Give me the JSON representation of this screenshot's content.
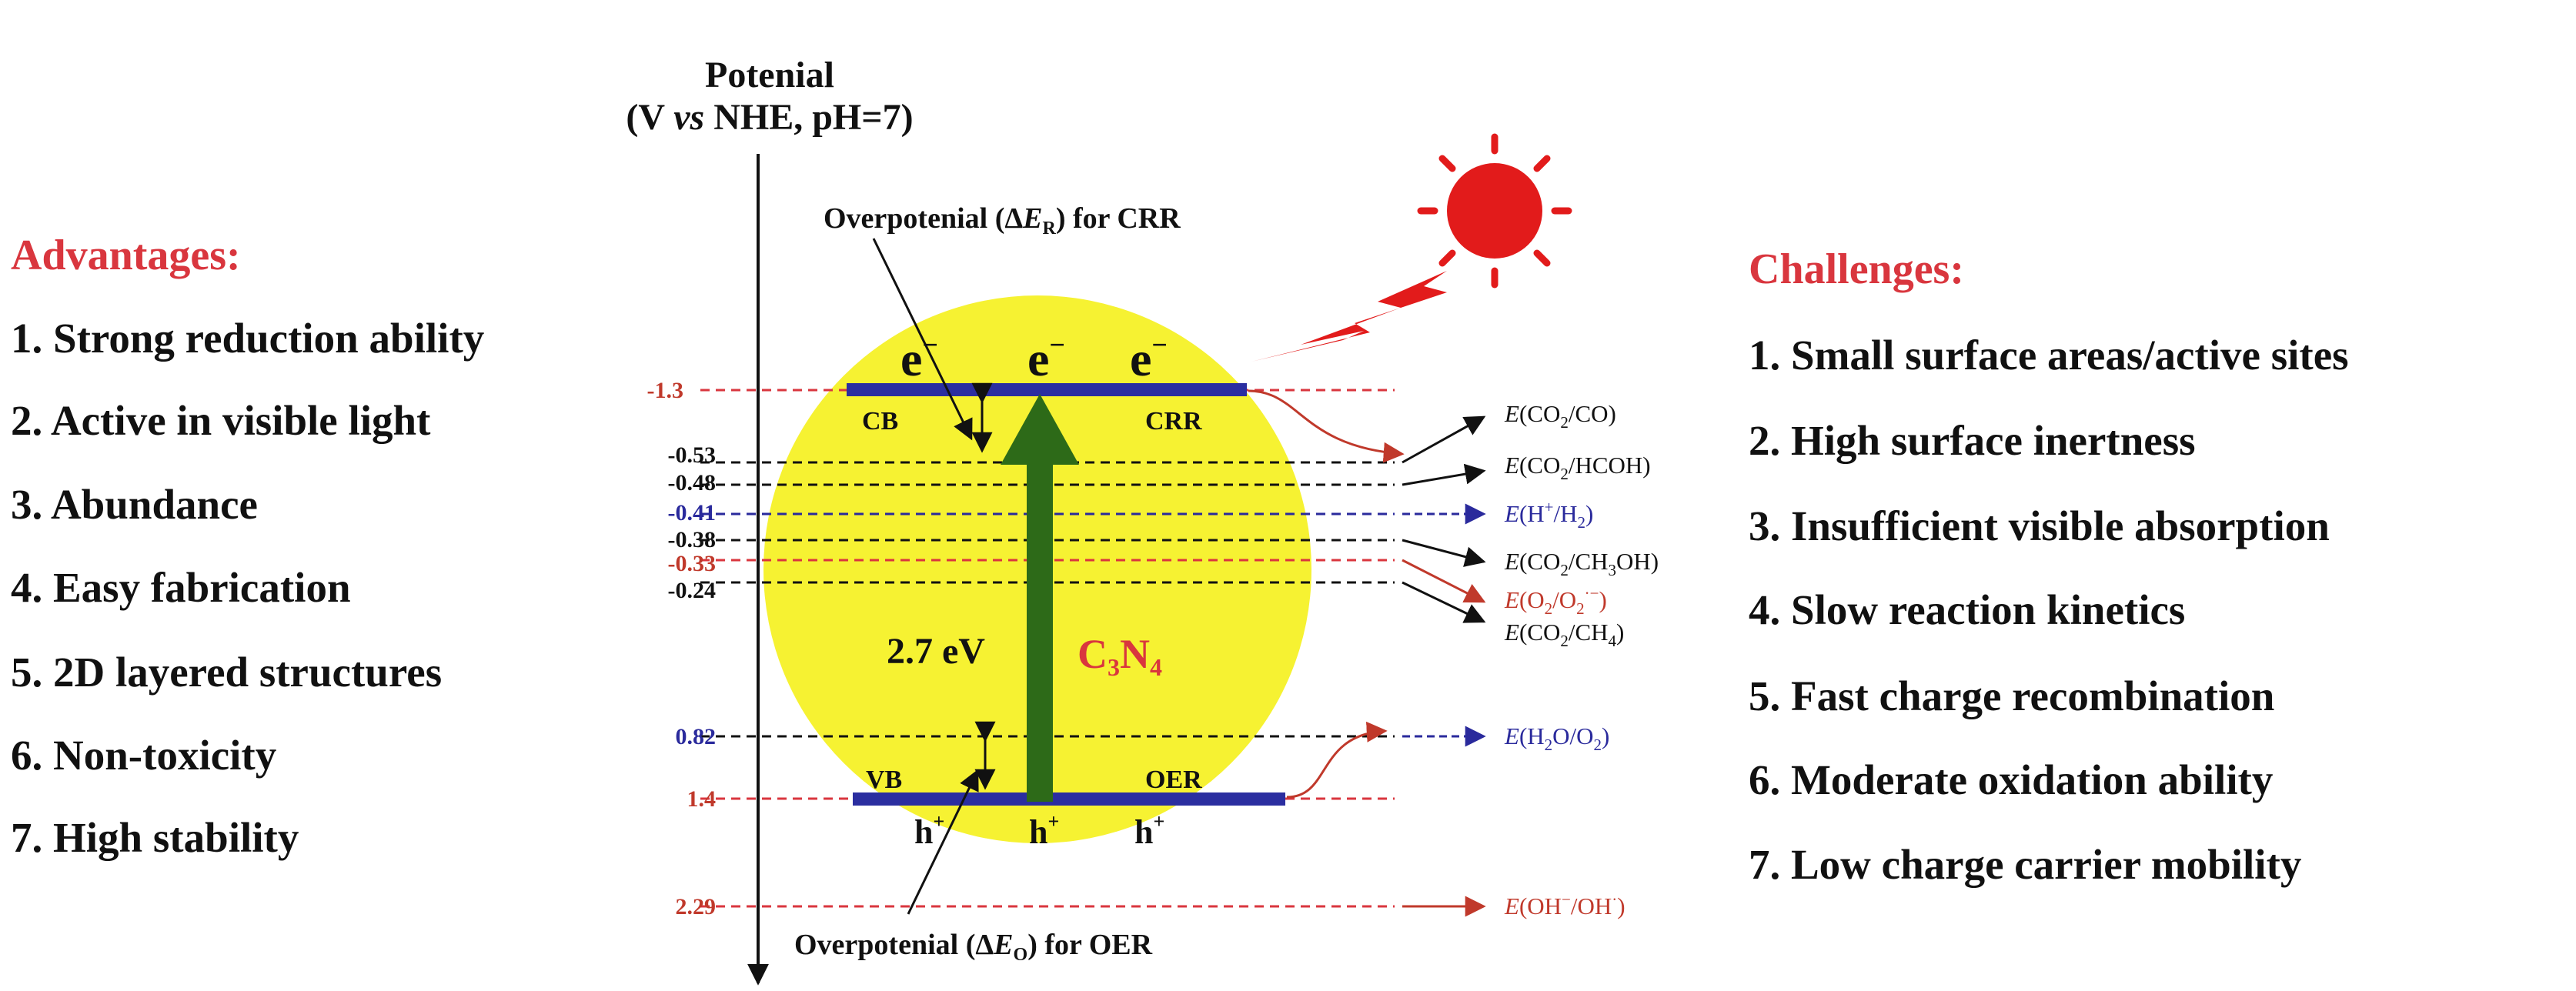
{
  "axis": {
    "title_line1": "Potenial",
    "title_line2": "(V vs NHE, pH=7)"
  },
  "advantages": {
    "title": "Advantages:",
    "items": [
      "1. Strong reduction ability",
      "2. Active in visible light",
      "3. Abundance",
      "4. Easy fabrication",
      "5. 2D layered structures",
      "6. Non-toxicity",
      "7. High stability"
    ]
  },
  "challenges": {
    "title": "Challenges:",
    "items": [
      "1. Small surface areas/active sites",
      "2. High surface inertness",
      "3. Insufficient visible absorption",
      "4. Slow reaction kinetics",
      "5. Fast charge recombination",
      "6. Moderate oxidation ability",
      "7. Low charge carrier mobility"
    ]
  },
  "levels": [
    {
      "value": "-1.3",
      "color": "#c0392b"
    },
    {
      "value": "-0.53",
      "color": "#111111"
    },
    {
      "value": "-0.48",
      "color": "#111111"
    },
    {
      "value": "-0.41",
      "color": "#2a2a9c"
    },
    {
      "value": "-0.38",
      "color": "#111111"
    },
    {
      "value": "-0.33",
      "color": "#c0392b"
    },
    {
      "value": "-0.24",
      "color": "#111111"
    },
    {
      "value": "0.82",
      "color": "#2a2a9c"
    },
    {
      "value": "1.4",
      "color": "#c0392b"
    },
    {
      "value": "2.29",
      "color": "#c0392b"
    }
  ],
  "reactions": [
    {
      "pre": "(CO",
      "s1": "2",
      "mid": "/CO)",
      "s2": "",
      "tail": "",
      "sup": "",
      "close": "",
      "color": "#111111"
    },
    {
      "pre": "(CO",
      "s1": "2",
      "mid": "/HCOH)",
      "s2": "",
      "tail": "",
      "sup": "",
      "close": "",
      "color": "#111111"
    },
    {
      "pre": "(H",
      "sup1": "+",
      "mid": "/H",
      "s2": "2",
      "tail": ")",
      "color": "#2a2a9c"
    },
    {
      "pre": "(CO",
      "s1": "2",
      "mid": "/CH",
      "s2": "3",
      "tail": "OH)",
      "color": "#111111"
    },
    {
      "pre": "(O",
      "s1": "2",
      "mid": "/O",
      "s2": "2",
      "sup": "·−",
      "tail": ")",
      "color": "#c0392b"
    },
    {
      "pre": "(CO",
      "s1": "2",
      "mid": "/CH",
      "s2": "4",
      "tail": ")",
      "color": "#111111"
    },
    {
      "pre": "(H",
      "s1": "2",
      "mid": "O/O",
      "s2": "2",
      "tail": ")",
      "color": "#2a2a9c"
    },
    {
      "pre": "(OH",
      "sup1": "−",
      "mid": "/OH",
      "sup": "·",
      "tail": ")",
      "color": "#c0392b"
    }
  ],
  "reaction_prefix": "E",
  "bands": {
    "cb": "CB",
    "crr": "CRR",
    "vb": "VB",
    "oer": "OER"
  },
  "carriers": {
    "electron": "e",
    "electron_sup": "−",
    "hole": "h",
    "hole_sup": "+"
  },
  "gap": {
    "label": "2.7 eV"
  },
  "material": {
    "c": "C",
    "c_sub": "3",
    "n": "N",
    "n_sub": "4"
  },
  "overpotentials": {
    "reduction": {
      "pre": "Overpotenial (Δ",
      "e": "E",
      "sub": "R",
      "post": ") for CRR"
    },
    "oxidation": {
      "pre": "Overpotenial (Δ",
      "e": "E",
      "sub": "O",
      "post": ") for OER"
    }
  },
  "colors": {
    "sphere": "#f6f232",
    "band": "#2b2ea0",
    "arrow": "#2d6a18",
    "sun": "#e21b1b",
    "accent_red": "#d9363e"
  }
}
